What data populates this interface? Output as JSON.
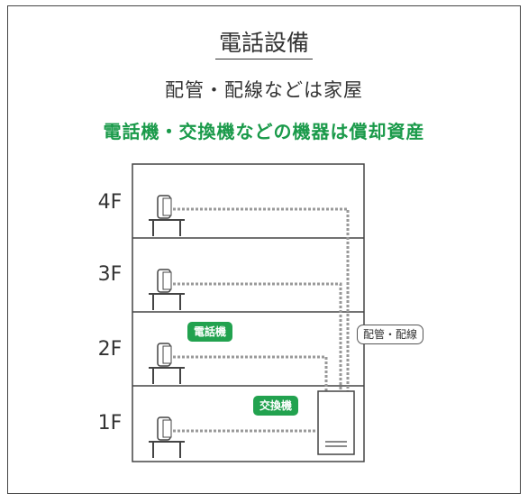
{
  "title": "電話設備",
  "subtitle": "配管・配線などは家屋",
  "highlight": "電話機・交換機などの機器は償却資産",
  "floors": [
    "4F",
    "3F",
    "2F",
    "1F"
  ],
  "labels": {
    "phone": "電話機",
    "exchange": "交換機",
    "wiring": "配管・配線"
  },
  "colors": {
    "accent_green": "#22a24f",
    "green_text": "#1a9a4a",
    "line": "#444444",
    "wiring": "#999999"
  }
}
